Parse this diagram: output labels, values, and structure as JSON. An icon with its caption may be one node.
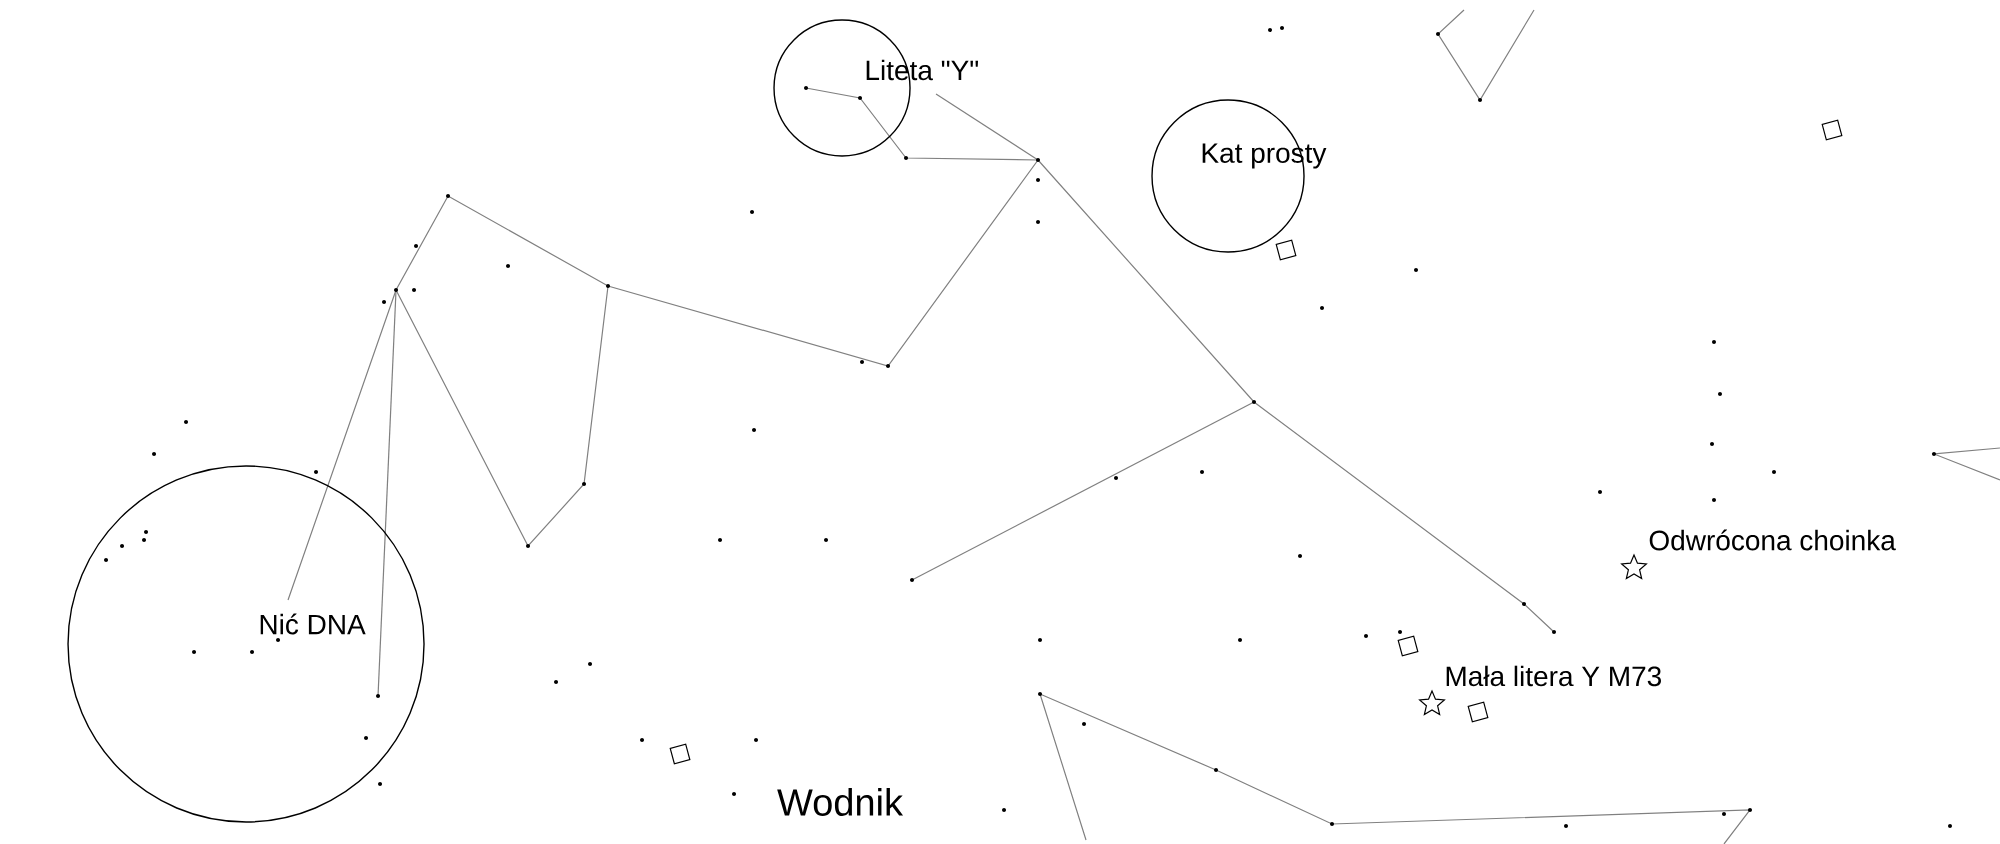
{
  "diagram": {
    "nodes": [
      {
        "text": [
          "Liteta \"Y\""
        ]
      },
      {
        "text": [
          "Kat prosty"
        ]
      },
      {
        "text": [
          "Nić DNA"
        ]
      },
      {
        "text": [
          "Odwrócona choinka"
        ]
      },
      {
        "text": [
          "Mała litera Y M73"
        ]
      }
    ],
    "labels": [
      "Wodnik"
    ]
  }
}
